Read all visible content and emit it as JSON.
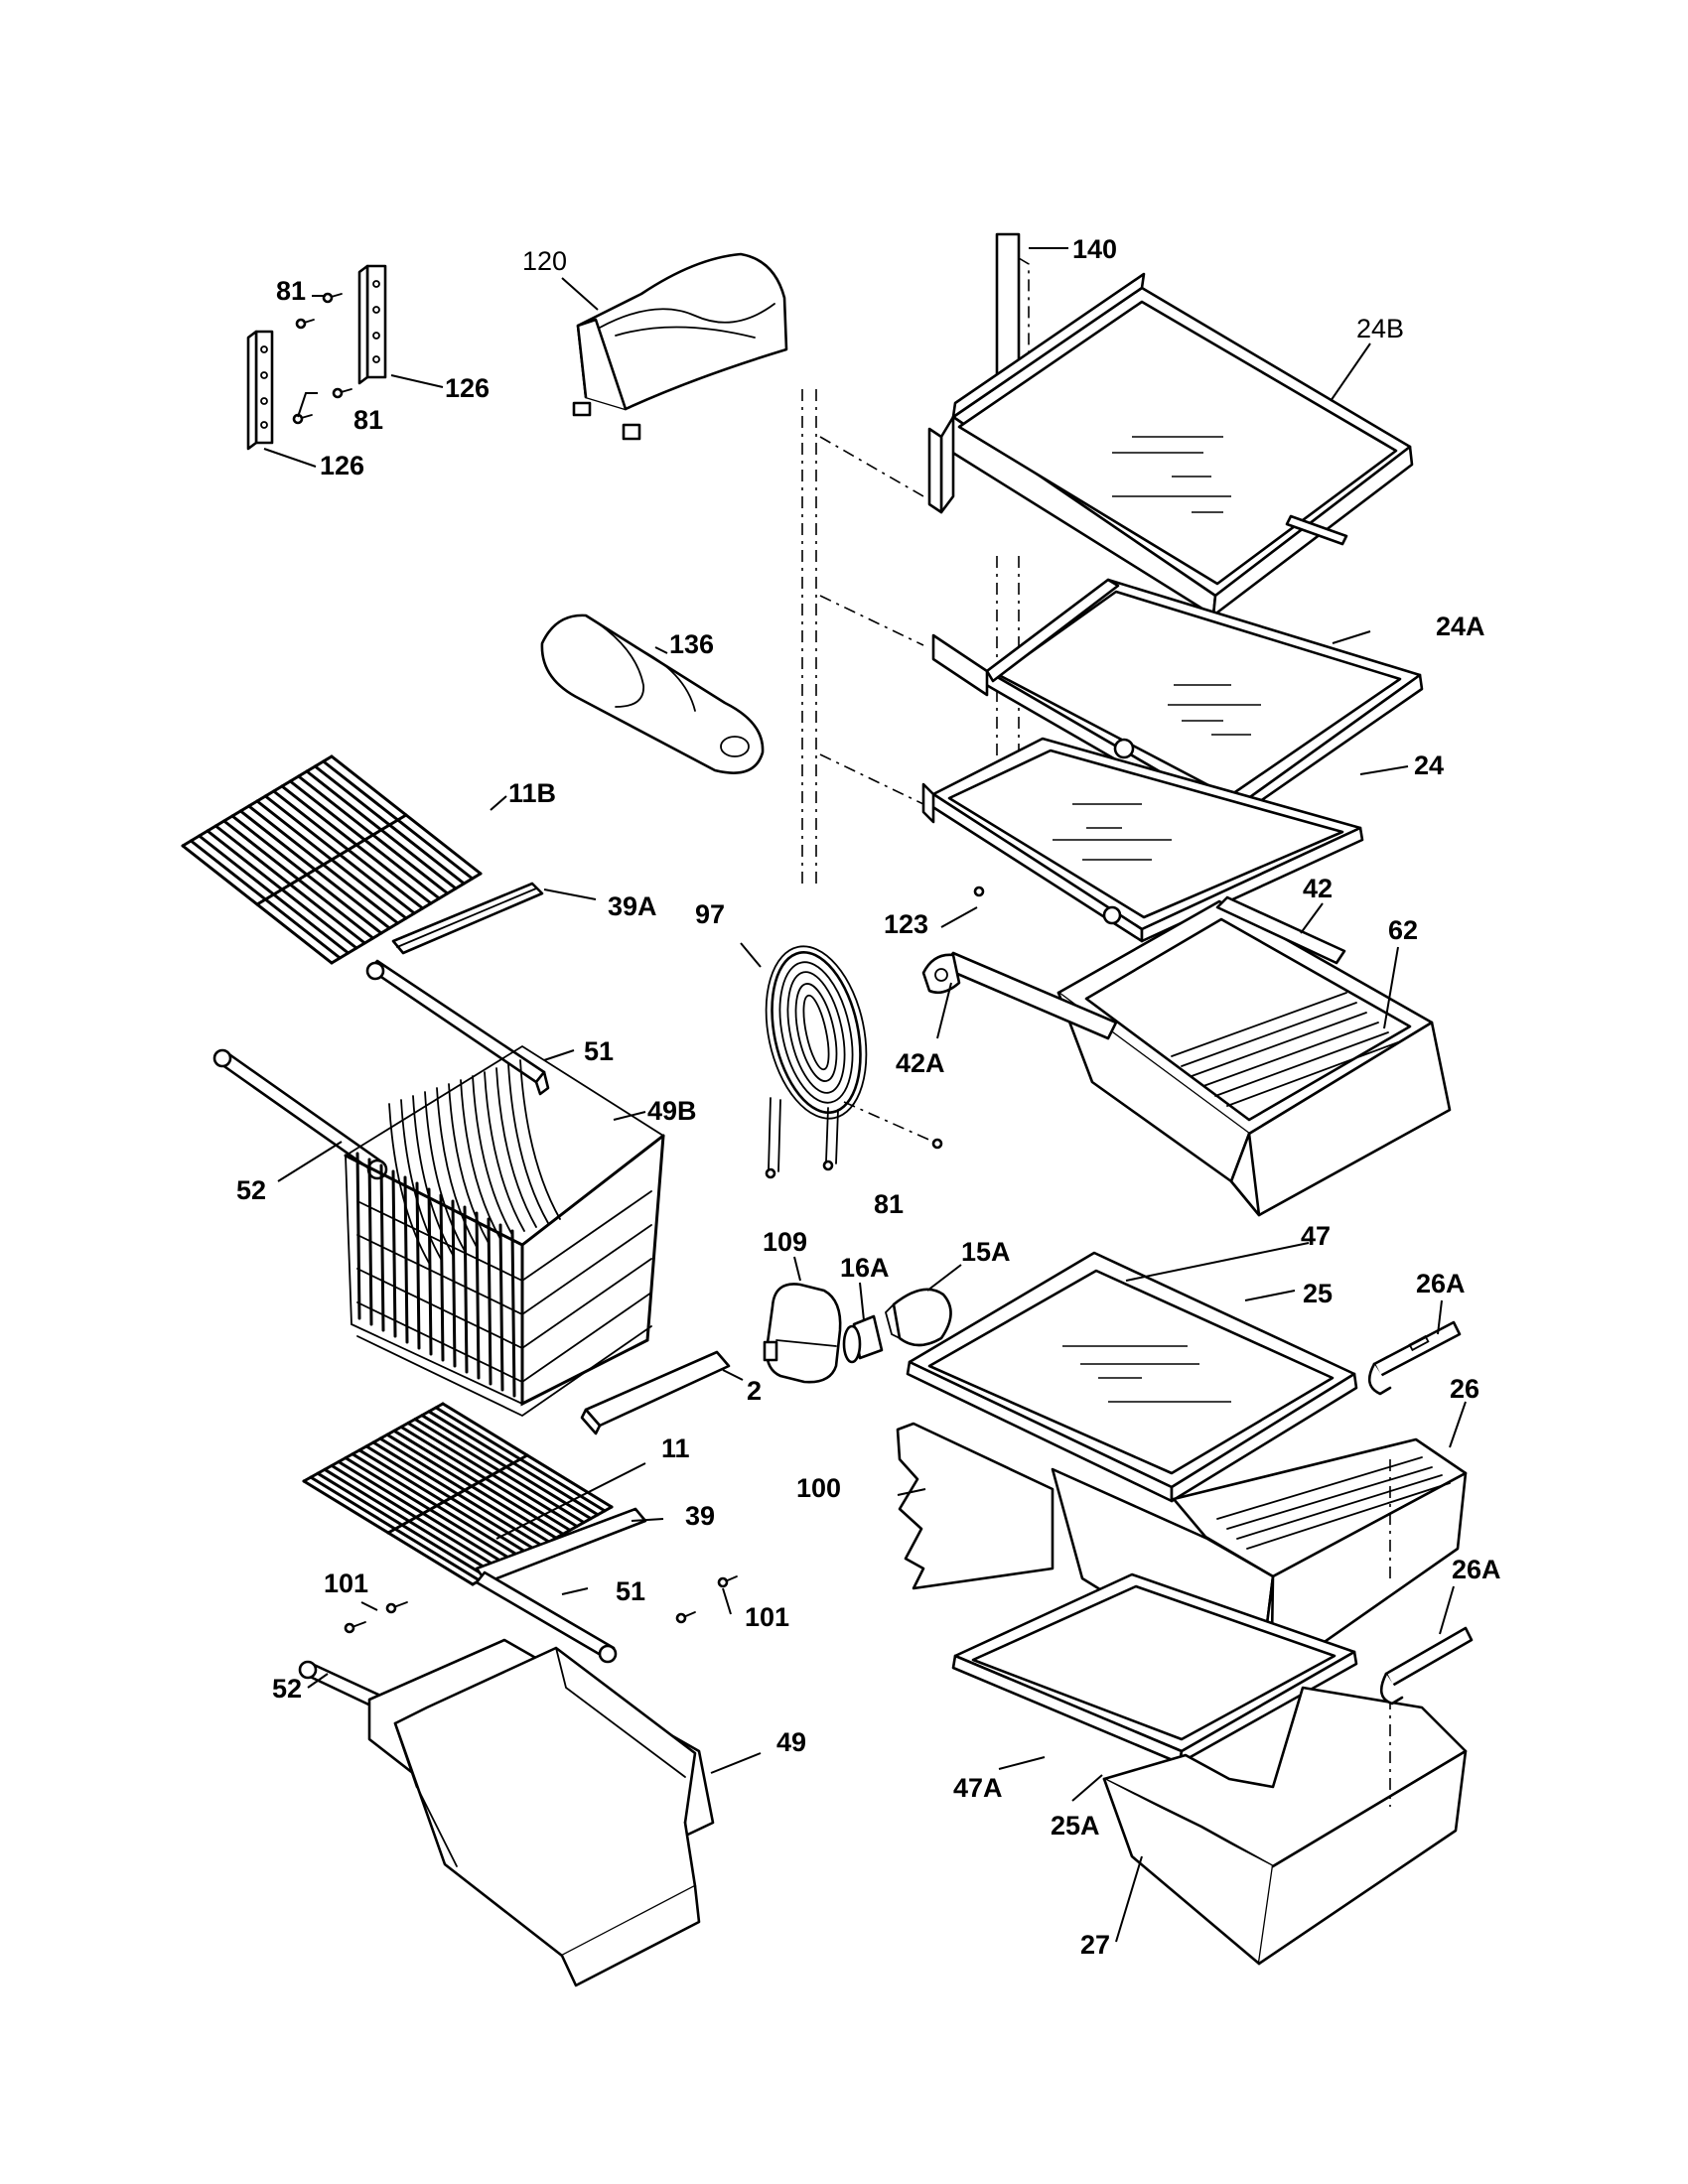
{
  "callouts": [
    {
      "id": "c140",
      "text": "140"
    },
    {
      "id": "c24B",
      "text": "24B"
    },
    {
      "id": "c24A",
      "text": "24A"
    },
    {
      "id": "c24",
      "text": "24"
    },
    {
      "id": "c120",
      "text": "120"
    },
    {
      "id": "c81a",
      "text": "81"
    },
    {
      "id": "c81b",
      "text": "81"
    },
    {
      "id": "c126a",
      "text": "126"
    },
    {
      "id": "c126b",
      "text": "126"
    },
    {
      "id": "c136",
      "text": "136"
    },
    {
      "id": "c11B",
      "text": "11B"
    },
    {
      "id": "c39A",
      "text": "39A"
    },
    {
      "id": "c97",
      "text": "97"
    },
    {
      "id": "c123",
      "text": "123"
    },
    {
      "id": "c42",
      "text": "42"
    },
    {
      "id": "c62",
      "text": "62"
    },
    {
      "id": "c42A",
      "text": "42A"
    },
    {
      "id": "c51a",
      "text": "51"
    },
    {
      "id": "c49B",
      "text": "49B"
    },
    {
      "id": "c52a",
      "text": "52"
    },
    {
      "id": "c81c",
      "text": "81"
    },
    {
      "id": "c109",
      "text": "109"
    },
    {
      "id": "c16A",
      "text": "16A"
    },
    {
      "id": "c15A",
      "text": "15A"
    },
    {
      "id": "c47",
      "text": "47"
    },
    {
      "id": "c25",
      "text": "25"
    },
    {
      "id": "c26Aa",
      "text": "26A"
    },
    {
      "id": "c26",
      "text": "26"
    },
    {
      "id": "c2",
      "text": "2"
    },
    {
      "id": "c11",
      "text": "11"
    },
    {
      "id": "c100",
      "text": "100"
    },
    {
      "id": "c39",
      "text": "39"
    },
    {
      "id": "c101a",
      "text": "101"
    },
    {
      "id": "c51b",
      "text": "51"
    },
    {
      "id": "c101b",
      "text": "101"
    },
    {
      "id": "c26Ab",
      "text": "26A"
    },
    {
      "id": "c52b",
      "text": "52"
    },
    {
      "id": "c49",
      "text": "49"
    },
    {
      "id": "c47A",
      "text": "47A"
    },
    {
      "id": "c25A",
      "text": "25A"
    },
    {
      "id": "c27",
      "text": "27"
    }
  ]
}
